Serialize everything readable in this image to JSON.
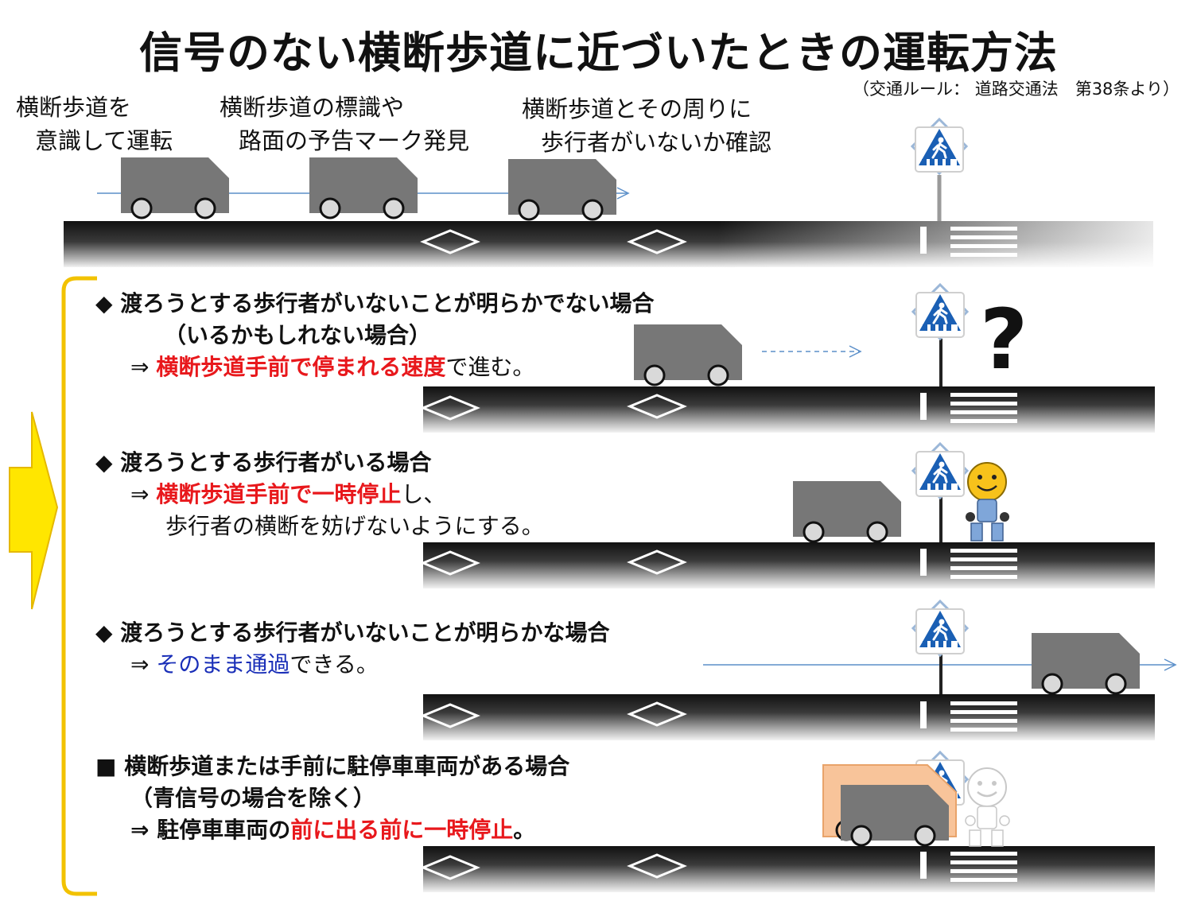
{
  "title": "信号のない横断歩道に近づいたときの運転方法",
  "source": "（交通ルール： 道路交通法　第38条より）",
  "steps": [
    {
      "line1": "横断歩道を",
      "line2": "意識して運転"
    },
    {
      "line1": "横断歩道の標識や",
      "line2": "路面の予告マーク発見"
    },
    {
      "line1": "横断歩道とその周りに",
      "line2": "歩行者がいないか確認"
    }
  ],
  "cases": [
    {
      "bullet": "◆",
      "heading": "渡ろうとする歩行者がいないことが明らかでない場合",
      "sub": "（いるかもしれない場合）",
      "arrow": "⇒",
      "emph": "横断歩道手前で停まれる速度",
      "rest": "で進む。"
    },
    {
      "bullet": "◆",
      "heading": "渡ろうとする歩行者がいる場合",
      "arrow": "⇒",
      "emph": "横断歩道手前で一時停止",
      "rest": "し、",
      "line3": "歩行者の横断を妨げないようにする。"
    },
    {
      "bullet": "◆",
      "heading": "渡ろうとする歩行者がいないことが明らかな場合",
      "arrow": "⇒",
      "emph": "そのまま通過",
      "rest": "できる。"
    },
    {
      "bullet": "■",
      "heading": "横断歩道または手前に駐停車車両がある場合",
      "sub": "（青信号の場合を除く）",
      "arrow": "⇒",
      "pre": "駐停車車両の",
      "emph": "前に出る前に一時停止",
      "rest": "。"
    }
  ],
  "question_mark": "?",
  "icons": [
    "crosswalk-sign-icon",
    "truck-icon",
    "smiley-pedestrian-icon",
    "road-diamond-marking",
    "zebra-crossing",
    "yellow-arrow",
    "yellow-bracket"
  ],
  "colors": {
    "emphasis_red": "#e8181c",
    "emphasis_blue": "#1a2fb8",
    "truck_gray": "#777777",
    "sign_blue": "#1a5fb4",
    "arrow_yellow": "#ffe600",
    "bracket_yellow": "#f2c200",
    "parked_orange": "#f8c49a",
    "line_blue": "#5b8fc9"
  }
}
